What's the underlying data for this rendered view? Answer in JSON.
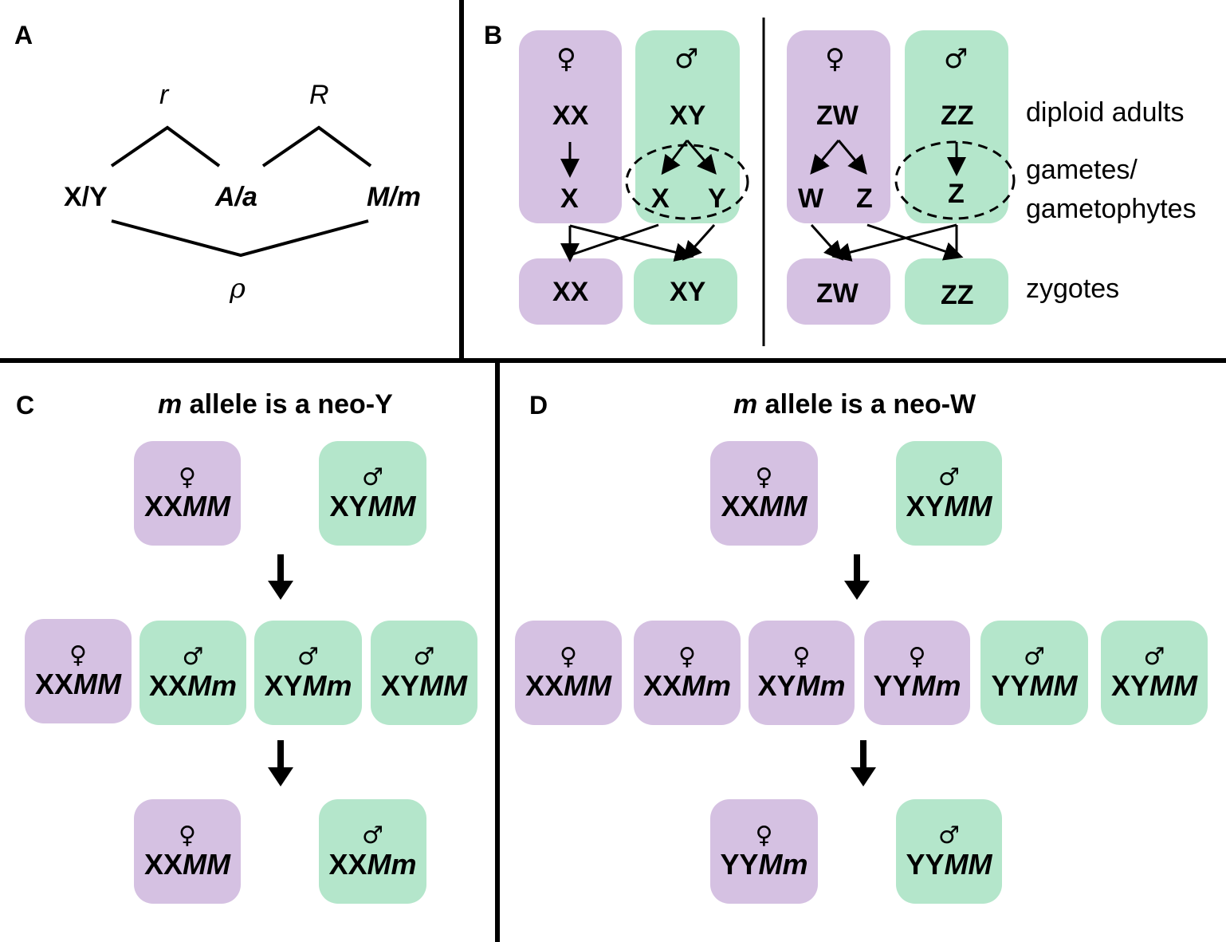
{
  "panels": {
    "A": {
      "label": "A",
      "r": "r",
      "R": "R",
      "rho": "ρ",
      "loci": [
        "X/Y",
        "A/a",
        "M/m"
      ]
    },
    "B": {
      "label": "B",
      "xy_system": {
        "female_symbol": "♀",
        "male_symbol": "♂",
        "female_adult": "XX",
        "male_adult": "XY",
        "female_gamete": "X",
        "male_gametes": [
          "X",
          "Y"
        ],
        "zygotes": [
          "XX",
          "XY"
        ]
      },
      "zw_system": {
        "female_symbol": "♀",
        "male_symbol": "♂",
        "female_adult": "ZW",
        "male_adult": "ZZ",
        "female_gametes": [
          "W",
          "Z"
        ],
        "male_gamete": "Z",
        "zygotes": [
          "ZW",
          "ZZ"
        ]
      },
      "side_labels": [
        "diploid adults",
        "gametes/",
        "gametophytes",
        "zygotes"
      ]
    },
    "C": {
      "label": "C",
      "title_italic": "m",
      "title_rest": " allele is a neo-Y",
      "row1": [
        {
          "sex": "♀",
          "plain": "XX",
          "italic": "MM"
        },
        {
          "sex": "♂",
          "plain": "XY",
          "italic": "MM"
        }
      ],
      "row2": [
        {
          "sex": "♀",
          "plain": "XX",
          "italic": "MM"
        },
        {
          "sex": "♂",
          "plain": "XX",
          "italic": "Mm"
        },
        {
          "sex": "♂",
          "plain": "XY",
          "italic": "Mm"
        },
        {
          "sex": "♂",
          "plain": "XY",
          "italic": "MM"
        }
      ],
      "row3": [
        {
          "sex": "♀",
          "plain": "XX",
          "italic": "MM"
        },
        {
          "sex": "♂",
          "plain": "XX",
          "italic": "Mm"
        }
      ]
    },
    "D": {
      "label": "D",
      "title_italic": "m",
      "title_rest": " allele is a neo-W",
      "row1": [
        {
          "sex": "♀",
          "plain": "XX",
          "italic": "MM"
        },
        {
          "sex": "♂",
          "plain": "XY",
          "italic": "MM"
        }
      ],
      "row2": [
        {
          "sex": "♀",
          "plain": "XX",
          "italic": "MM"
        },
        {
          "sex": "♀",
          "plain": "XX",
          "italic": "Mm"
        },
        {
          "sex": "♀",
          "plain": "XY",
          "italic": "Mm"
        },
        {
          "sex": "♀",
          "plain": "YY",
          "italic": "Mm"
        },
        {
          "sex": "♂",
          "plain": "YY",
          "italic": "MM"
        },
        {
          "sex": "♂",
          "plain": "XY",
          "italic": "MM"
        }
      ],
      "row3": [
        {
          "sex": "♀",
          "plain": "YY",
          "italic": "Mm"
        },
        {
          "sex": "♂",
          "plain": "YY",
          "italic": "MM"
        }
      ]
    }
  },
  "colors": {
    "female": "#d5c1e2",
    "male": "#b4e6cb"
  }
}
